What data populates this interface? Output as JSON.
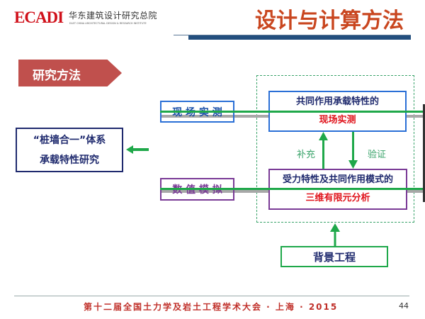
{
  "header": {
    "logo_text": "ECADI",
    "logo_cn": "华东建筑设计研究总院",
    "logo_en": "EAST CHINA ARCHITECTURAL DESIGN & RESEARCH INSTITUTE",
    "title": "设计与计算方法"
  },
  "section_label": "研究方法",
  "diagram": {
    "study_box": {
      "line1": "“桩墙合一”体系",
      "line2": "承载特性研究"
    },
    "field_label": "现 场 实 测",
    "numeric_label": "数 值 模 拟",
    "top_box": {
      "line1": "共同作用承载特性的",
      "line2": "现场实测"
    },
    "bottom_box": {
      "line1": "受力特性及共同作用模式的",
      "line2": "三维有限元分析"
    },
    "supplement_label": "补充",
    "verify_label": "验证",
    "background_box": "背景工程"
  },
  "footer": {
    "conference": "第十二届全国土力学及岩土工程学术大会 · 上海 · 2015",
    "page_number": "44"
  },
  "colors": {
    "title": "#c9461f",
    "ribbon": "#c0504d",
    "green": "#1fa84a",
    "blue_bar": "#234f7e"
  }
}
